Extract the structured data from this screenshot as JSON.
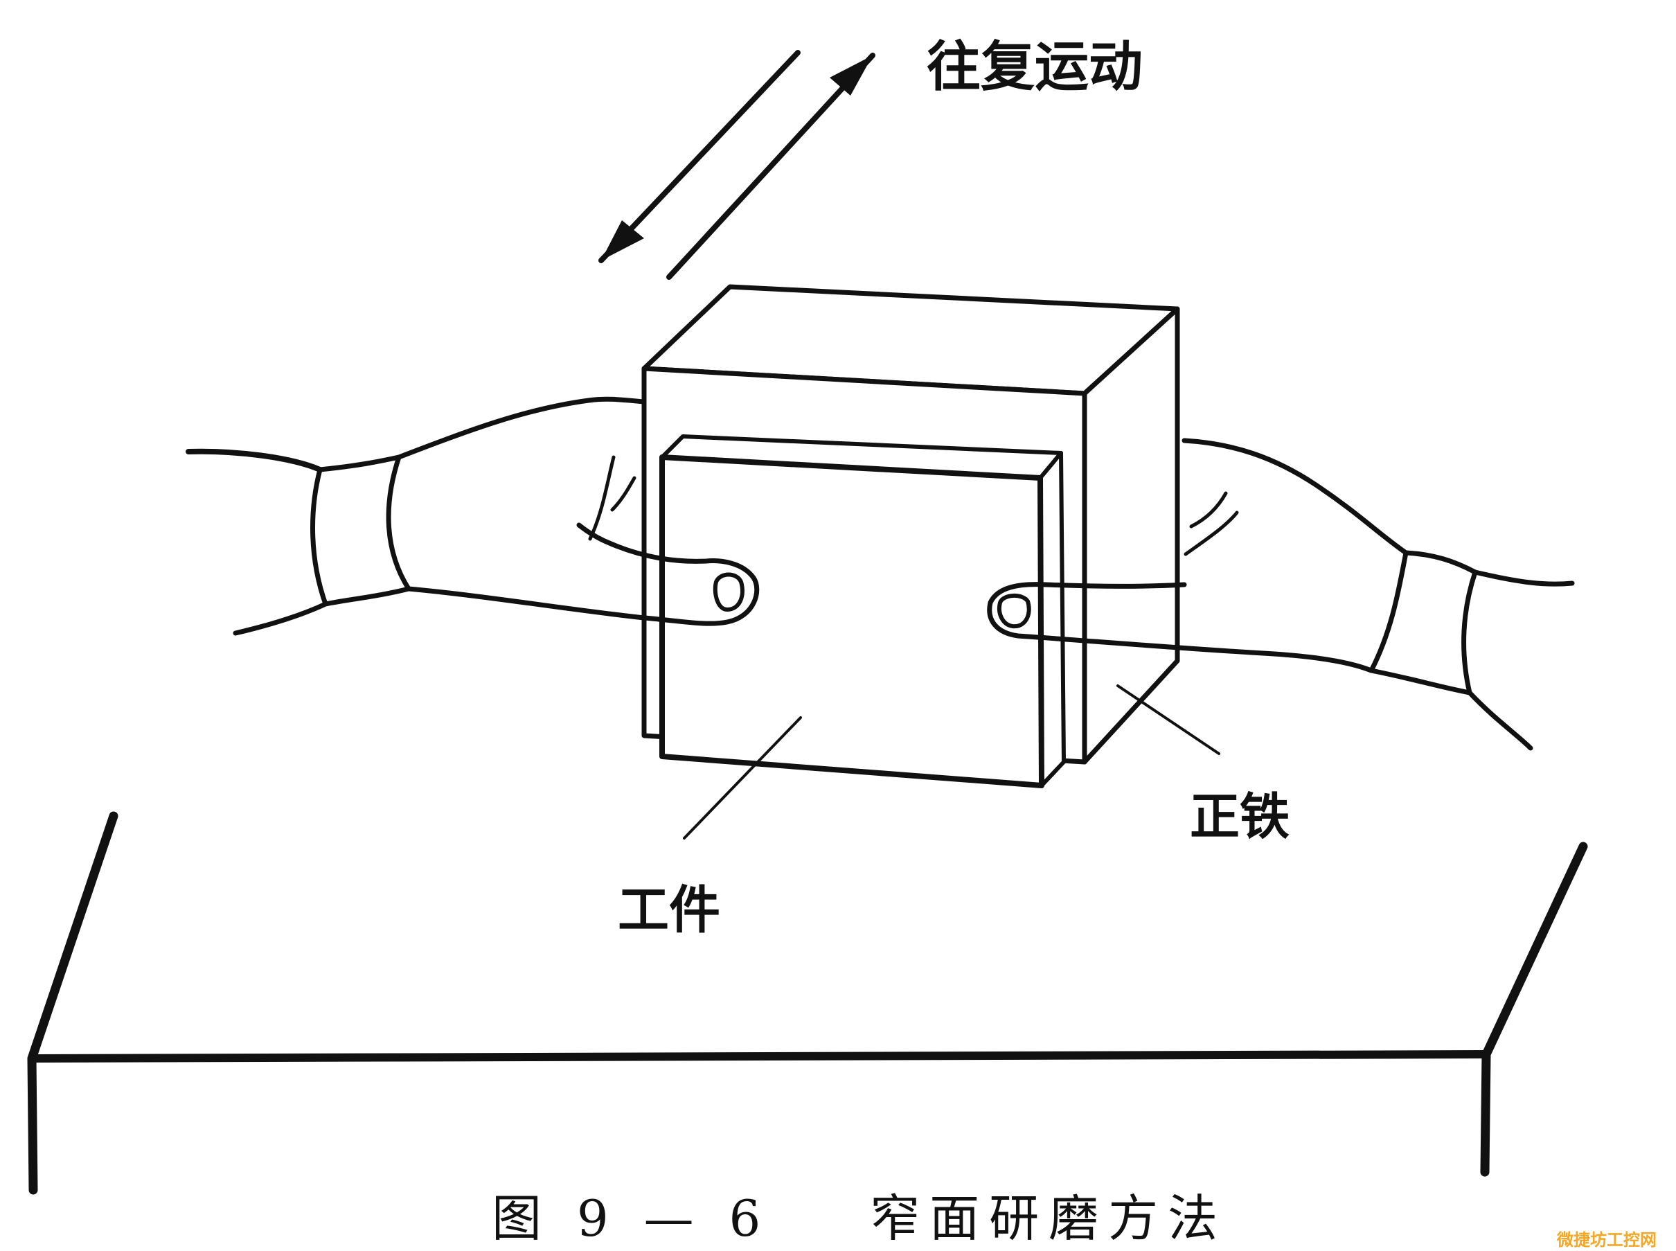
{
  "labels": {
    "motion": "往复运动",
    "block": "正铁",
    "workpiece": "工件"
  },
  "caption": {
    "number": "图 9 — 6",
    "title": "窄面研磨方法"
  },
  "watermark": "微捷坊工控网",
  "colors": {
    "ink": "#111111",
    "background": "#ffffff",
    "watermark": "#f5a623"
  }
}
